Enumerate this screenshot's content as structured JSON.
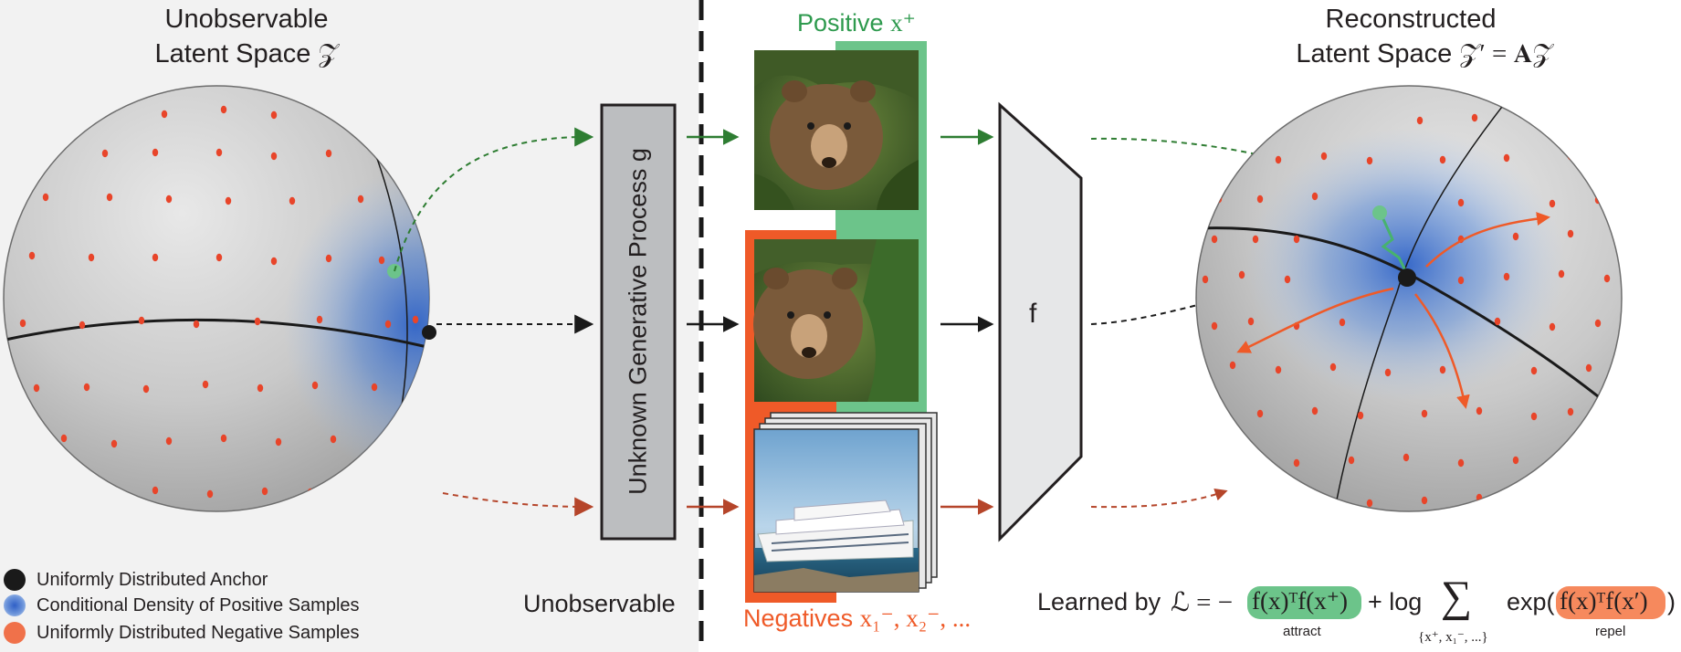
{
  "left_panel": {
    "title_line1": "Unobservable",
    "title_line2": "Latent Space",
    "space_symbol": "𝒵",
    "bottom_label": "Unobservable"
  },
  "legend": {
    "anchor": "Uniformly Distributed Anchor",
    "positive_density": "Conditional Density of Positive Samples",
    "negatives": "Uniformly Distributed Negative Samples"
  },
  "generator": {
    "label": "Unknown Generative Process g"
  },
  "images": {
    "positive_label": "Positive",
    "positive_symbol": "x⁺",
    "negatives_label": "Negatives",
    "negatives_symbol": "x₁⁻, x₂⁻, ..."
  },
  "encoder": {
    "label": "f"
  },
  "right_panel": {
    "title_line1": "Reconstructed",
    "title_line2": "Latent Space",
    "space_symbol": "𝒵′ = 𝐀𝒵"
  },
  "loss": {
    "prefix": "Learned by",
    "lhs": "ℒ = −",
    "attract_term": "f(x)ᵀf(x⁺)",
    "plus_log": "+ log",
    "sum": "∑",
    "sum_subscript": "{x⁺, x₁⁻, ...}",
    "exp_open": "exp(",
    "repel_term": "f(x)ᵀf(x′)",
    "close": ")",
    "attract_label": "attract",
    "repel_label": "repel"
  },
  "colors": {
    "positive": "#47b26e",
    "negative": "#ef5a28",
    "sphere": "#c6c6c6",
    "density": "#2f63c8",
    "panel_bg": "#f2f2f2",
    "box": "#bcbec0",
    "encoder": "#e6e7e8",
    "sky": "#8fb8d6",
    "bear": "#7a5a3a",
    "green_fill": "#6cc48a",
    "orange_fill": "#f6895d"
  },
  "icons": [
    "anchor-dot",
    "positive-density-blob",
    "negative-dot",
    "arrow-right",
    "bear-photo",
    "ship-photo"
  ]
}
